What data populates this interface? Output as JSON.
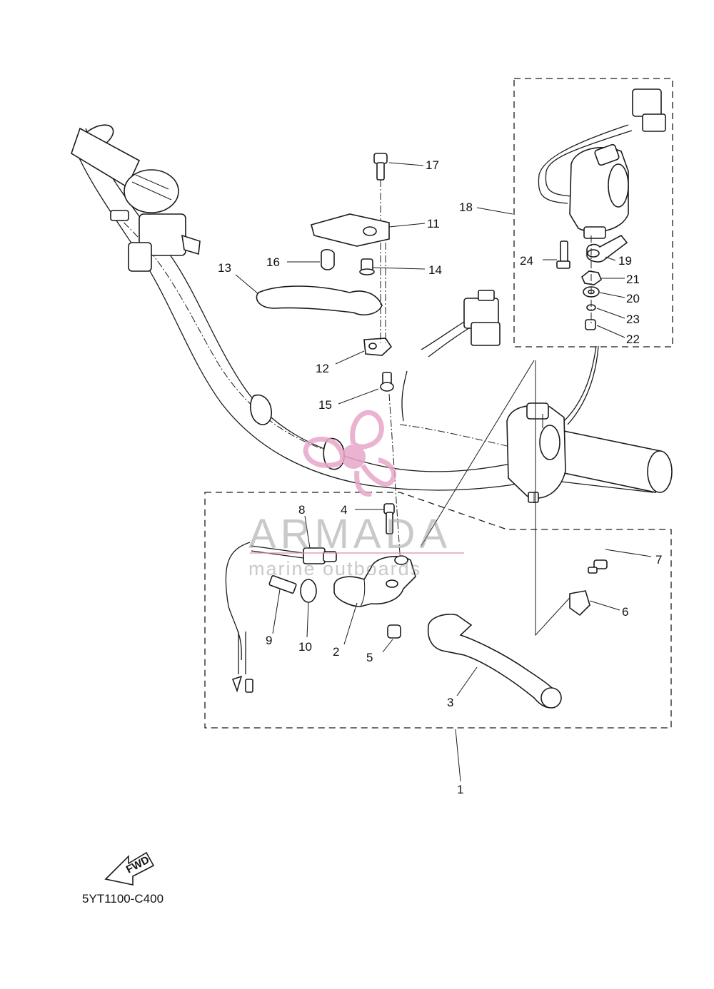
{
  "diagram": {
    "code": "5YT1100-C400",
    "fwd_label": "FWD",
    "callouts": [
      "1",
      "2",
      "3",
      "4",
      "5",
      "6",
      "7",
      "8",
      "9",
      "10",
      "11",
      "12",
      "13",
      "14",
      "15",
      "16",
      "17",
      "18",
      "19",
      "20",
      "21",
      "22",
      "23",
      "24"
    ]
  },
  "watermark": {
    "brand": "ARMADA",
    "tagline": "marine outboards",
    "color": "#e7a6c8"
  }
}
